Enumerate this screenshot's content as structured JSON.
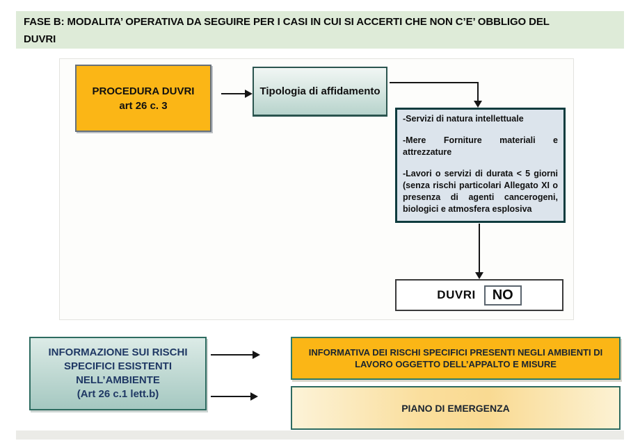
{
  "header": {
    "title": "FASE B: MODALITA’ OPERATIVA DA SEGUIRE PER I CASI IN CUI SI ACCERTI CHE NON C’E’ OBBLIGO DEL\nDUVRI"
  },
  "flowchart": {
    "procedura_label": "PROCEDURA DUVRI\nart 26 c. 3",
    "tipologia_label": "Tipologia di affidamento",
    "criteria": [
      "-Servizi di natura intellettuale",
      "-Mere Forniture materiali e attrezzature",
      "-Lavori o servizi di durata < 5 giorni (senza rischi particolari Allegato XI o presenza di agenti cancerogeni, biologici e atmosfera esplosiva"
    ],
    "duvri_label": "DUVRI",
    "duvri_answer": "NO"
  },
  "bottom": {
    "informazione_label": "INFORMAZIONE SUI RISCHI\nSPECIFICI ESISTENTI\nNELL’AMBIENTE\n(Art 26 c.1 lett.b)",
    "informativa_label": "INFORMATIVA DEI RISCHI SPECIFICI PRESENTI NEGLI AMBIENTI DI LAVORO OGGETTO DELL’APPALTO E MISURE",
    "piano_label": "PIANO DI EMERGENZA"
  },
  "colors": {
    "header_green": "#DEEBD8",
    "orange": "#FBB616",
    "criteria_bg": "#DCE4EC",
    "criteria_border": "#0F3C3E",
    "teal_border": "#2D6B60",
    "teal_box_top": "#DCEBE7",
    "teal_box_bottom": "#A5C8C1",
    "piano_gold": "#F9DA92",
    "navy_text": "#1F3864",
    "arrow_black": "#151515"
  }
}
